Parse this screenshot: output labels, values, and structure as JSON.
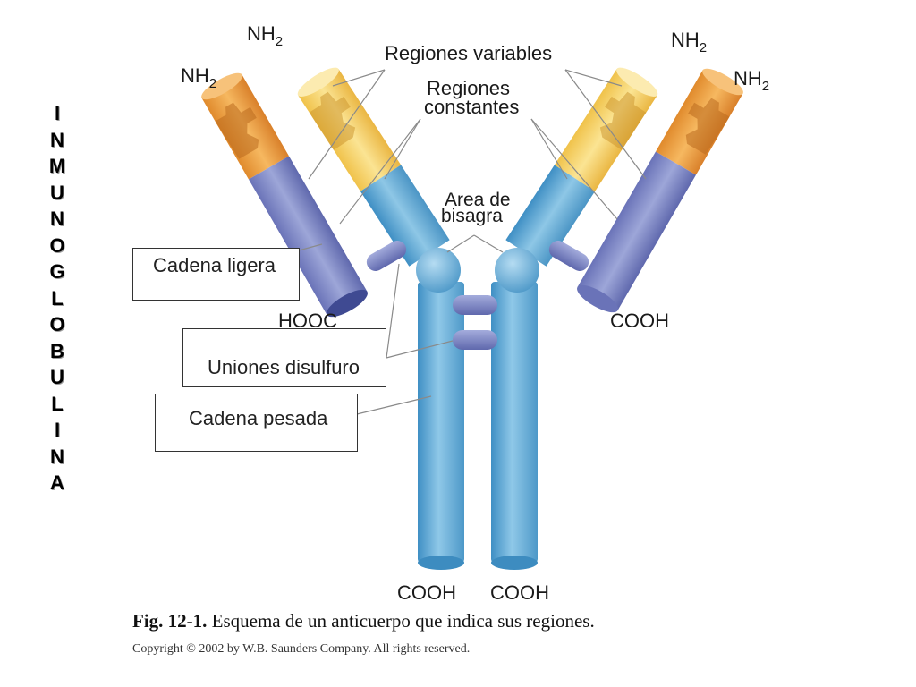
{
  "vertical_title": [
    "I",
    "N",
    "M",
    "U",
    "N",
    "O",
    "G",
    "L",
    "O",
    "B",
    "U",
    "L",
    "I",
    "N",
    "A"
  ],
  "labels": {
    "nh2_a": "NH",
    "nh2_b": "NH",
    "nh2_c": "NH",
    "nh2_d": "NH",
    "nh2_sub": "2",
    "regiones_variables": "Regiones variables",
    "regiones_constantes_1": "Regiones",
    "regiones_constantes_2": "constantes",
    "area_bisagra_1": "Area de",
    "area_bisagra_2": "bisagra",
    "cadena_ligera": "Cadena ligera",
    "uniones_disulfuro": "Uniones disulfuro",
    "cadena_pesada": "Cadena pesada",
    "hooc": "HOOC",
    "cooh_right": "COOH",
    "cooh_bottom_left": "COOH",
    "cooh_bottom_right": "COOH"
  },
  "caption": {
    "fig_number": "Fig. 12-1.",
    "text": " Esquema de un anticuerpo que indica sus regiones.",
    "copyright": "Copyright © 2002 by W.B. Saunders Company. All rights reserved."
  },
  "colors": {
    "heavy_chain": "#6fb3da",
    "light_chain_constant": "#7d86c4",
    "light_chain_variable": "#f0a64a",
    "heavy_chain_variable": "#f7d466"
  }
}
